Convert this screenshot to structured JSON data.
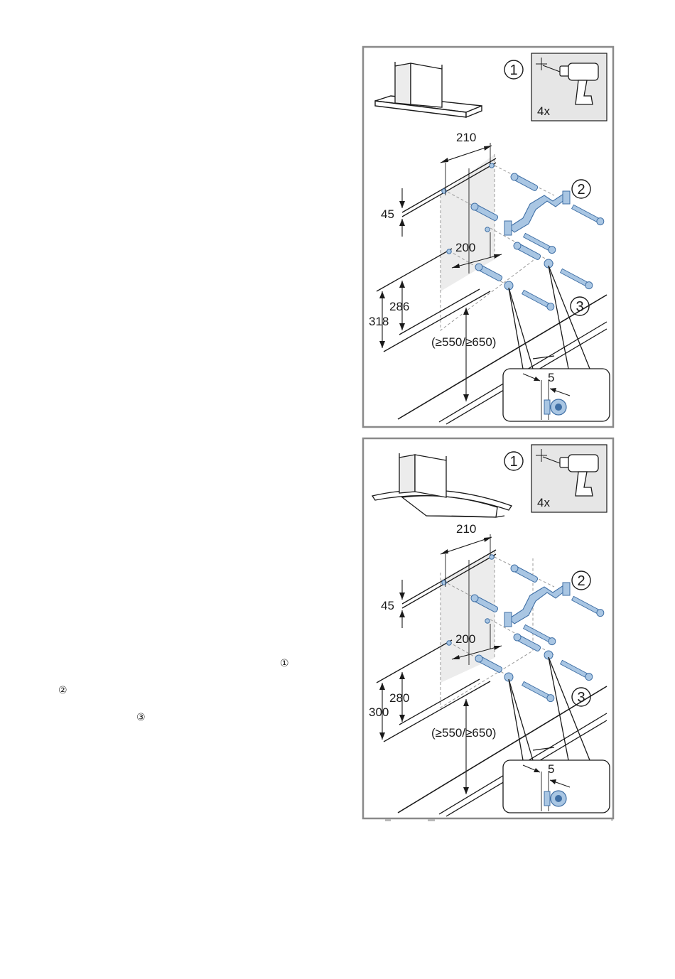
{
  "colors": {
    "frame": "#8a8a8a",
    "panel": "#e6e6e6",
    "wall_shade": "#ececec",
    "screw": "#a9c6e3",
    "screw_dark": "#3f6fa5",
    "dash": "#9a9a9a",
    "ink": "#1a1a1a"
  },
  "figures": [
    {
      "hood_style": "box-chimney",
      "tool_icon": "drill-icon",
      "step_1": "1",
      "step_2": "2",
      "step_3": "3",
      "drill_count": "4x",
      "dim_top_width": "210",
      "dim_top_height": "45",
      "dim_middle_width": "200",
      "dim_lower_inner": "286",
      "dim_lower_outer": "318",
      "dim_min_distance": "(≥550/≥650)",
      "detail_gap": "5"
    },
    {
      "hood_style": "curved-glass-chimney",
      "tool_icon": "drill-icon",
      "step_1": "1",
      "step_2": "2",
      "step_3": "3",
      "drill_count": "4x",
      "dim_top_width": "210",
      "dim_top_height": "45",
      "dim_middle_width": "200",
      "dim_lower_inner": "280",
      "dim_lower_outer": "300",
      "dim_min_distance": "(≥550/≥650)",
      "detail_gap": "5"
    }
  ],
  "text_markers": {
    "marker_1": "①",
    "marker_2": "②",
    "marker_3": "③"
  }
}
